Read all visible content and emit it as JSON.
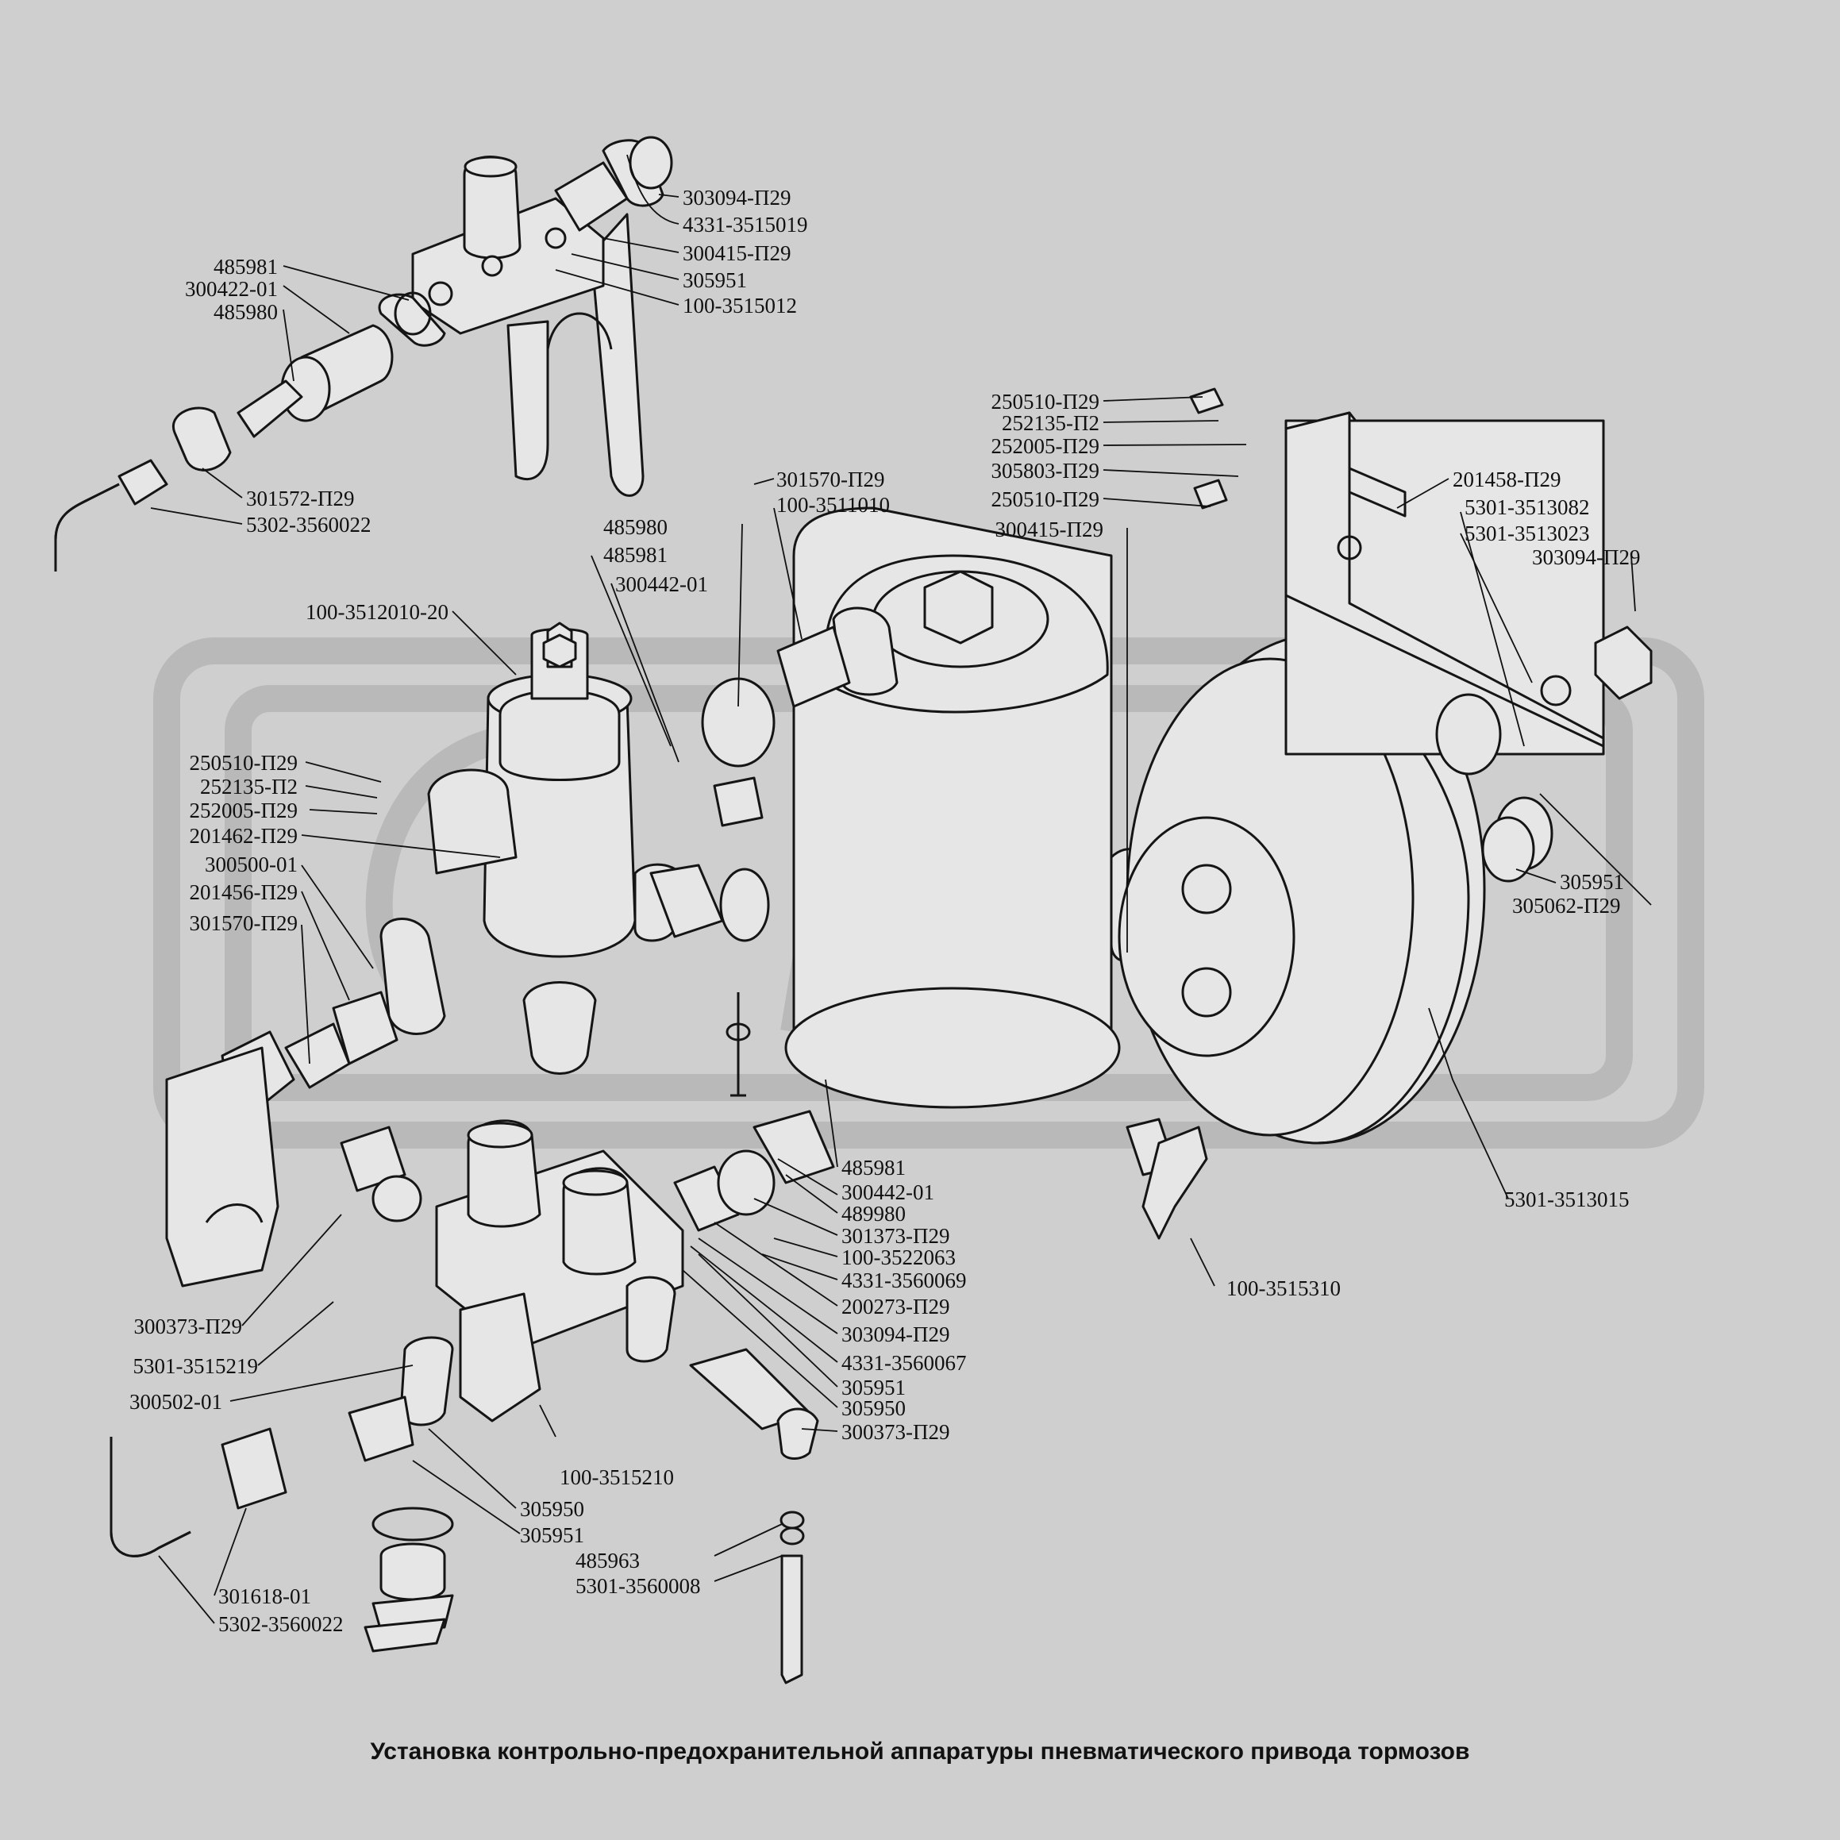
{
  "caption": "Установка контрольно-предохранительной аппаратуры пневматического привода тормозов",
  "watermark": "GPA",
  "colors": {
    "background": "#cfcfcf",
    "line": "#151515",
    "watermark": "#b9b9b9"
  },
  "labels": {
    "l01": "303094-П29",
    "l02": "4331-3515019",
    "l03": "300415-П29",
    "l04": "305951",
    "l05": "100-3515012",
    "l06": "485981",
    "l07": "300422-01",
    "l08": "485980",
    "l09": "301572-П29",
    "l10": "5302-3560022",
    "l11": "250510-П29",
    "l12": "252135-П2",
    "l13": "252005-П29",
    "l14": "305803-П29",
    "l15": "250510-П29",
    "l16": "300415-П29",
    "l17": "201458-П29",
    "l18": "5301-3513082",
    "l19": "5301-3513023",
    "l20": "303094-П29",
    "l21": "301570-П29",
    "l22": "100-3511010",
    "l23": "485980",
    "l24": "485981",
    "l25": "300442-01",
    "l26": "100-3512010-20",
    "l27": "250510-П29",
    "l28": "252135-П2",
    "l29": "252005-П29",
    "l30": "201462-П29",
    "l31": "300500-01",
    "l32": "201456-П29",
    "l33": "301570-П29",
    "l34": "305951",
    "l35": "305062-П29",
    "l36": "485981",
    "l37": "300442-01",
    "l38": "489980",
    "l39": "301373-П29",
    "l40": "100-3522063",
    "l41": "4331-3560069",
    "l42": "200273-П29",
    "l43": "303094-П29",
    "l44": "4331-3560067",
    "l45": "305951",
    "l46": "305950",
    "l47": "300373-П29",
    "l48": "5301-3513015",
    "l49": "100-3515310",
    "l50": "300373-П29",
    "l51": "5301-3515219",
    "l52": "300502-01",
    "l53": "100-3515210",
    "l54": "305950",
    "l55": "305951",
    "l56": "485963",
    "l57": "5301-3560008",
    "l58": "301618-01",
    "l59": "5302-3560022"
  }
}
